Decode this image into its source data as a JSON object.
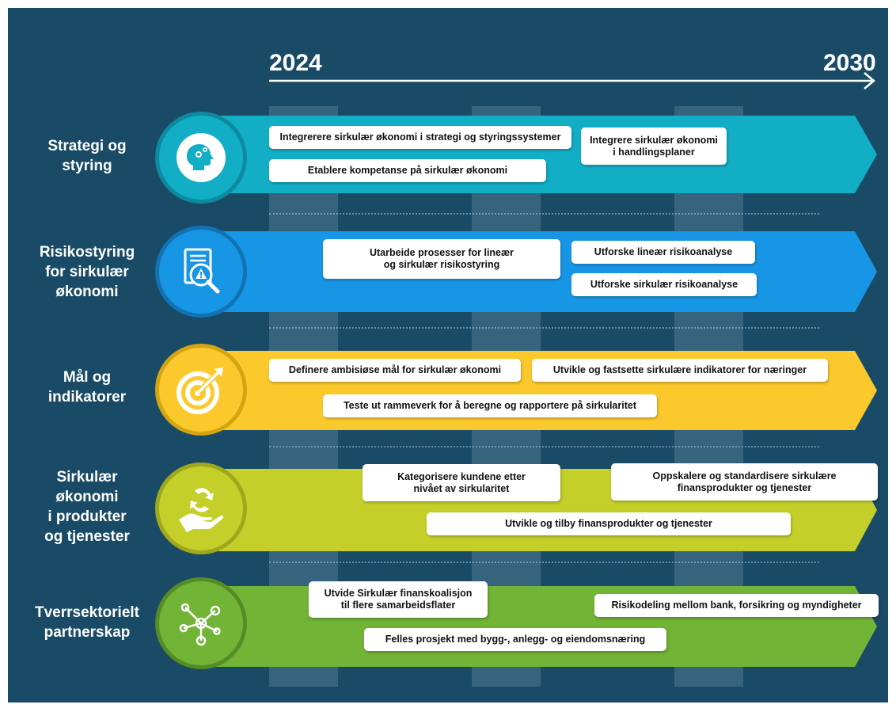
{
  "timeline": {
    "start_year": "2024",
    "end_year": "2030"
  },
  "colors": {
    "background": "#1a4b66",
    "row1": "#12aec6",
    "row2": "#1896e6",
    "row3": "#fcc92d",
    "row4": "#c5cf2a",
    "row5": "#71b436"
  },
  "rows": [
    {
      "label": "Strategi og\nstyring",
      "icon": "head-gears-icon",
      "items": [
        "Integrerere sirkulær økonomi i strategi og styringssystemer",
        "Etablere kompetanse på sirkulær økonomi",
        "Integrere sirkulær økonomi\ni handlingsplaner"
      ]
    },
    {
      "label": "Risikostyring\nfor sirkulær\nøkonomi",
      "icon": "risk-document-magnifier-icon",
      "items": [
        "Utarbeide prosesser for lineær\nog sirkulær risikostyring",
        "Utforske lineær risikoanalyse",
        "Utforske sirkulær risikoanalyse"
      ]
    },
    {
      "label": "Mål og\nindikatorer",
      "icon": "target-arrow-icon",
      "items": [
        "Definere ambisiøse mål for sirkulær økonomi",
        "Utvikle og fastsette sirkulære indikatorer for næringer",
        "Teste ut rammeverk for å beregne og rapportere på sirkularitet"
      ]
    },
    {
      "label": "Sirkulær\nøkonomi\ni produkter\nog tjenester",
      "icon": "hand-recycle-icon",
      "items": [
        "Kategorisere kundene etter\nnivået av sirkularitet",
        "Oppskalere og standardisere sirkulære\nfinansprodukter og tjenester",
        "Utvikle og tilby finansprodukter og tjenester"
      ]
    },
    {
      "label": "Tverrsektorielt\npartnerskap",
      "icon": "network-nodes-icon",
      "items": [
        "Utvide Sirkulær finanskoalisjon\ntil flere samarbeidsflater",
        "Risikodeling mellom bank, forsikring og myndigheter",
        "Felles prosjekt med bygg-, anlegg- og eiendomsnæring"
      ]
    }
  ]
}
